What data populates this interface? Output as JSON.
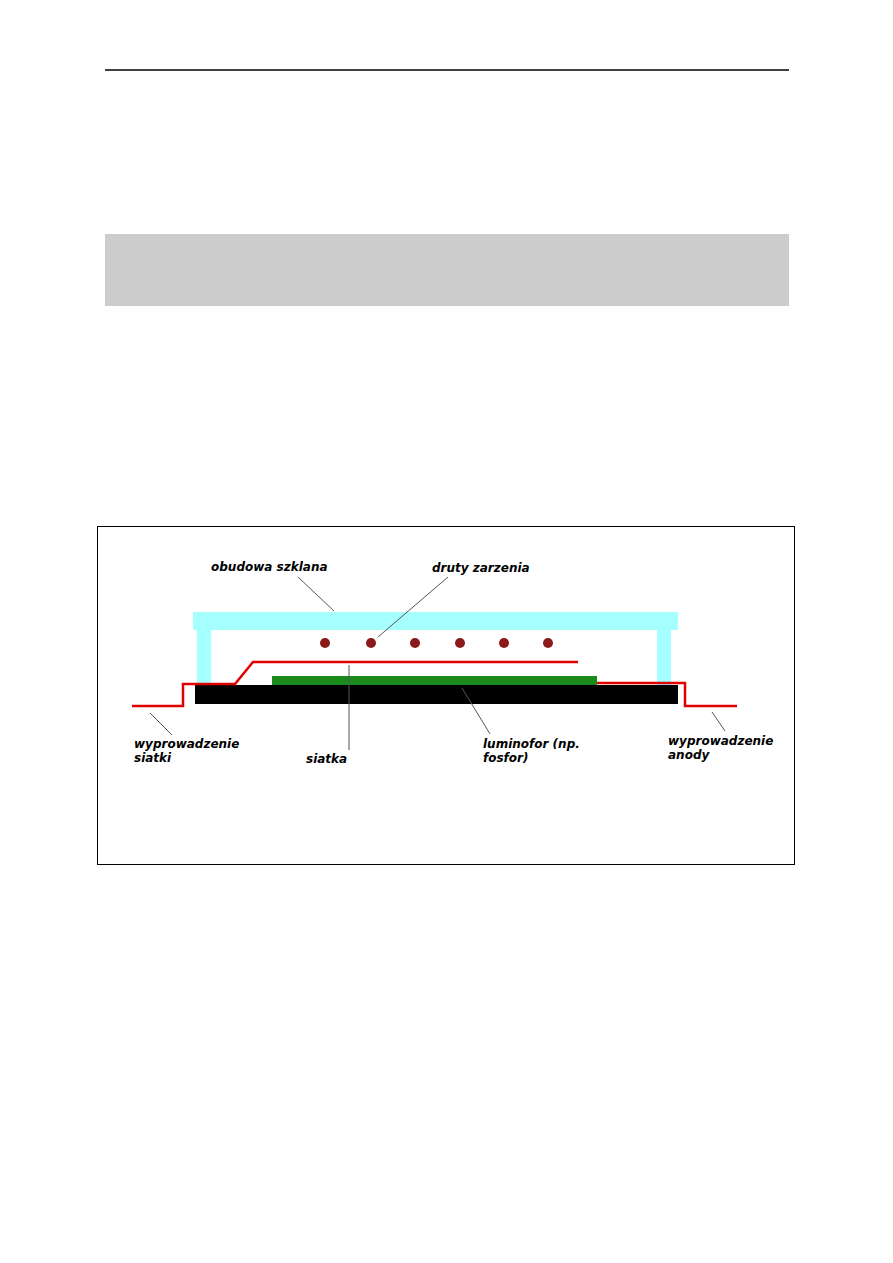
{
  "diagram": {
    "labels": [
      "obudowa szklana",
      "druty zarzenia",
      "wyprowadzenie siatki",
      "siatka",
      "luminofor (np. fosfor)",
      "wyprowadzenie anody"
    ]
  }
}
